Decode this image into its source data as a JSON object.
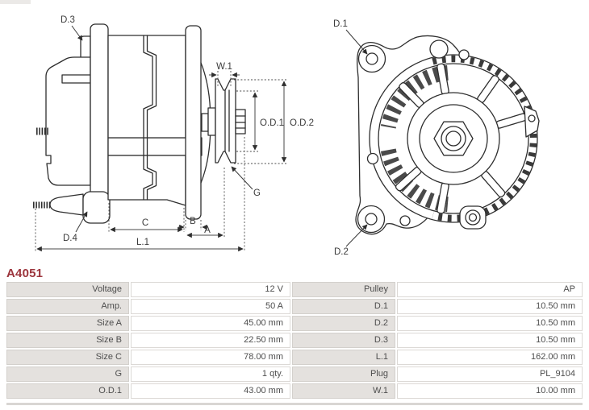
{
  "part_number": "A4051",
  "accent_color": "#9c343c",
  "diagram": {
    "side_view_labels": {
      "d3": "D.3",
      "d4": "D.4",
      "w1": "W.1",
      "od1": "O.D.1",
      "od2": "O.D.2",
      "g": "G",
      "c": "C",
      "b": "B",
      "a": "A",
      "l1": "L.1"
    },
    "front_view_labels": {
      "d1": "D.1",
      "d2": "D.2"
    }
  },
  "table": {
    "rows": [
      {
        "l1": "Voltage",
        "v1": "12 V",
        "l2": "Pulley",
        "v2": "AP"
      },
      {
        "l1": "Amp.",
        "v1": "50 A",
        "l2": "D.1",
        "v2": "10.50 mm"
      },
      {
        "l1": "Size A",
        "v1": "45.00 mm",
        "l2": "D.2",
        "v2": "10.50 mm"
      },
      {
        "l1": "Size B",
        "v1": "22.50 mm",
        "l2": "D.3",
        "v2": "10.50 mm"
      },
      {
        "l1": "Size C",
        "v1": "78.00 mm",
        "l2": "L.1",
        "v2": "162.00 mm"
      },
      {
        "l1": "G",
        "v1": "1 qty.",
        "l2": "Plug",
        "v2": "PL_9104"
      },
      {
        "l1": "O.D.1",
        "v1": "43.00 mm",
        "l2": "W.1",
        "v2": "10.00 mm"
      }
    ]
  }
}
